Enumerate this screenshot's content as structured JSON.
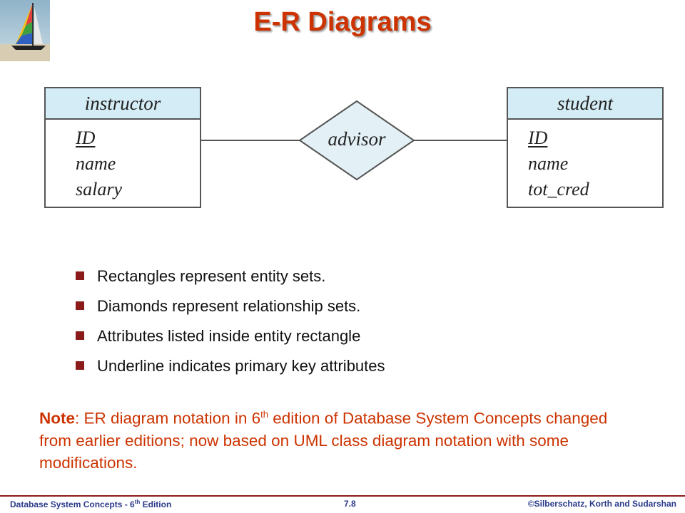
{
  "slide": {
    "title": "E-R Diagrams"
  },
  "diagram": {
    "entities": [
      {
        "name": "instructor",
        "attributes": [
          {
            "name": "ID",
            "primary_key": true
          },
          {
            "name": "name",
            "primary_key": false
          },
          {
            "name": "salary",
            "primary_key": false
          }
        ]
      },
      {
        "name": "student",
        "attributes": [
          {
            "name": "ID",
            "primary_key": true
          },
          {
            "name": "name",
            "primary_key": false
          },
          {
            "name": "tot_cred",
            "primary_key": false
          }
        ]
      }
    ],
    "relationship": "advisor",
    "colors": {
      "header_fill": "#d4ecf5",
      "diamond_fill": "#e3f1f6",
      "border": "#555555"
    }
  },
  "bullets": [
    "Rectangles represent entity sets.",
    "Diamonds represent relationship sets.",
    "Attributes listed inside entity rectangle",
    "Underline indicates primary key attributes"
  ],
  "note": {
    "label": "Note",
    "text_1": ": ER diagram notation in 6",
    "superscript": "th",
    "text_2": " edition of Database System Concepts changed from earlier editions; now based on UML class diagram notation with some modifications."
  },
  "footer": {
    "left_text": "Database System Concepts - 6",
    "left_sup": "th",
    "left_suffix": " Edition",
    "center": "7.8",
    "right": "©Silberschatz, Korth and Sudarshan"
  },
  "theme": {
    "title_color": "#cc3300",
    "note_color": "#cc3300",
    "footer_color": "#2a3a8a",
    "bullet_color": "#8b1a1a"
  },
  "logo": {
    "icon": "sailboat-logo-icon"
  }
}
